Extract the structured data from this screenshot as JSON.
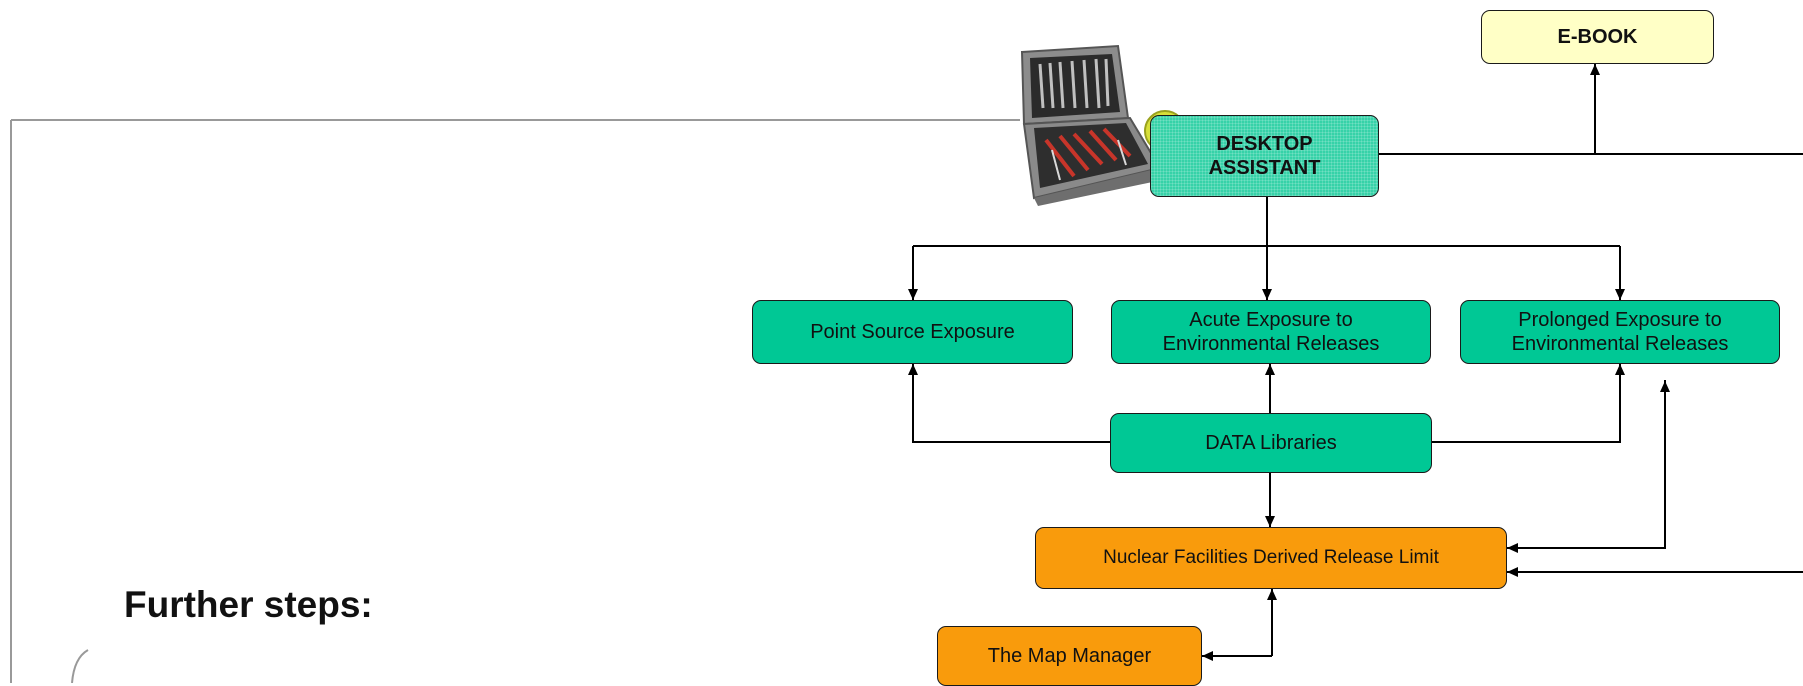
{
  "nodes": {
    "ebook": "E-BOOK",
    "desktop_line1": "DESKTOP",
    "desktop_line2": "ASSISTANT",
    "point_source": "Point Source Exposure",
    "acute_line1": "Acute Exposure to",
    "acute_line2": "Environmental Releases",
    "prolonged_line1": "Prolonged Exposure to",
    "prolonged_line2": "Environmental Releases",
    "data_libraries": "DATA Libraries",
    "nuclear": "Nuclear Facilities Derived Release Limit",
    "map_manager": "The Map Manager"
  },
  "heading": "Further steps:",
  "illustrations": [
    "toolbox-image",
    "radiation-badge-icon"
  ],
  "colors": {
    "green_box": "#00c895",
    "orange_box": "#f99b0c",
    "yellow_box": "#ffffc6",
    "desktop_box": "#36d2a8",
    "connector": "#000000",
    "frame": "#999999"
  }
}
